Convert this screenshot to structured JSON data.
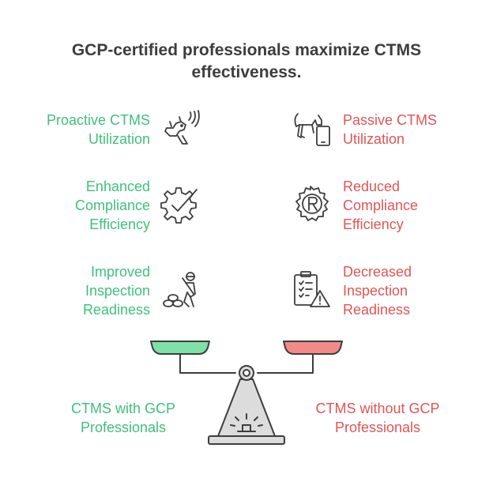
{
  "title": {
    "line1": "GCP-certified professionals maximize CTMS",
    "line2": "effectiveness."
  },
  "left_items": [
    {
      "lines": [
        "Proactive CTMS",
        "Utilization"
      ],
      "icon": "pet-dog-icon"
    },
    {
      "lines": [
        "Enhanced",
        "Compliance",
        "Efficiency"
      ],
      "icon": "gear-check-icon"
    },
    {
      "lines": [
        "Improved",
        "Inspection",
        "Readiness"
      ],
      "icon": "soldier-icon"
    }
  ],
  "right_items": [
    {
      "lines": [
        "Passive CTMS",
        "Utilization"
      ],
      "icon": "cat-phone-icon"
    },
    {
      "lines": [
        "Reduced",
        "Compliance",
        "Efficiency"
      ],
      "icon": "registered-seal-icon"
    },
    {
      "lines": [
        "Decreased",
        "Inspection",
        "Readiness"
      ],
      "icon": "checklist-warning-icon"
    }
  ],
  "left_base": [
    "CTMS with GCP",
    "Professionals"
  ],
  "right_base": [
    "CTMS without GCP",
    "Professionals"
  ],
  "colors": {
    "positive": "#3fbf7f",
    "negative": "#e05555",
    "positive_pan": "#7fe0a8",
    "negative_pan": "#f28a8a",
    "scale_fill": "#dcdcdc",
    "stroke": "#3d3d3d"
  }
}
